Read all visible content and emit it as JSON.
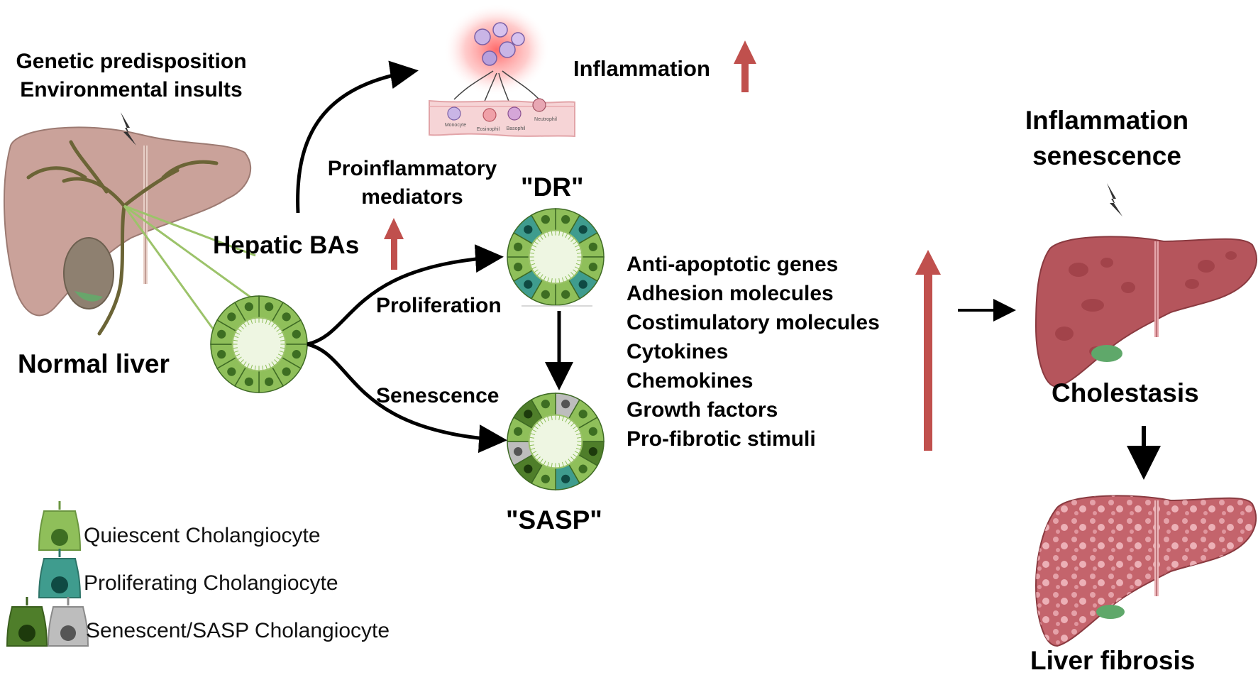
{
  "triggers": [
    "Genetic predisposition",
    "Environmental insults"
  ],
  "normal_liver_label": "Normal liver",
  "hepatic_bas_label": "Hepatic BAs",
  "proinflammatory_label": [
    "Proinflammatory",
    "mediators"
  ],
  "inflammation_label": "Inflammation",
  "vessel_cells": [
    "Monocyte",
    "Eosinophil",
    "Basophil",
    "Neutrophil"
  ],
  "dr_label": "\"DR\"",
  "proliferation_label": "Proliferation",
  "senescence_label": "Senescence",
  "sasp_label": "\"SASP\"",
  "secreted_factors": [
    "Anti-apoptotic genes",
    "Adhesion molecules",
    "Costimulatory molecules",
    "Cytokines",
    "Chemokines",
    "Growth factors",
    "Pro-fibrotic stimuli"
  ],
  "right_title": [
    "Inflammation",
    "senescence"
  ],
  "cholestasis_label": "Cholestasis",
  "fibrosis_label": "Liver fibrosis",
  "legend": [
    {
      "label": "Quiescent Cholangiocyte",
      "color": "#8fbf5a"
    },
    {
      "label": "Proliferating Cholangiocyte",
      "color": "#3f9c8e"
    },
    {
      "label": "Senescent/SASP Cholangiocyte",
      "colors": [
        "#4f7e2a",
        "#bdbdbd"
      ]
    }
  ],
  "colors": {
    "up_arrow": "#c0504d",
    "normal_liver": "#caa29a",
    "diseased_liver": "#b5555c",
    "quiescent": "#8fbf5a",
    "proliferating": "#3f9c8e",
    "senescent": "#4f7e2a",
    "sasp_grey": "#bdbdbd"
  }
}
